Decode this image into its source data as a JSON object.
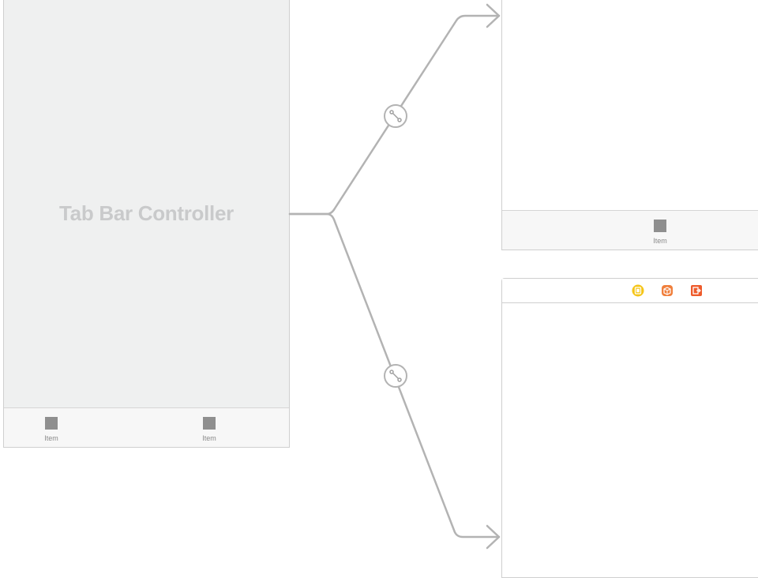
{
  "tab_bar_controller": {
    "title": "Tab Bar Controller",
    "tab_items": [
      {
        "label": "Item"
      },
      {
        "label": "Item"
      }
    ]
  },
  "view_controller_1": {
    "tab_items": [
      {
        "label": "Item"
      }
    ]
  },
  "view_controller_2": {
    "dock_icons": [
      "view-controller-icon",
      "first-responder-icon",
      "exit-icon"
    ]
  },
  "colors": {
    "segue_line": "#b3b3b3",
    "canvas": "#ffffff",
    "scene_bg": "#eff0f0",
    "vc_icon": "#f5c518",
    "responder_icon": "#f07f3c",
    "exit_icon": "#ee5b2c"
  }
}
